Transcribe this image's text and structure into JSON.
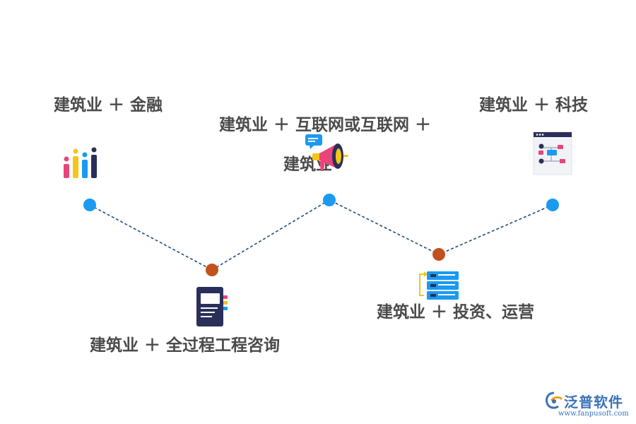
{
  "labels": {
    "item1": "建筑业 ＋ 金融",
    "item2_line1": "建筑业 ＋ 互联网或互联网 ＋",
    "item2_line2": "建筑业",
    "item3": "建筑业 ＋ 科技",
    "item4": "建筑业 ＋ 全过程工程咨询",
    "item5": "建筑业 ＋ 投资、运营"
  },
  "icons": {
    "item1": "bar-chart-icon",
    "item2": "megaphone-icon",
    "item3": "flowchart-board-icon",
    "item4": "notebook-icon",
    "item5": "server-rack-icon"
  },
  "colors": {
    "node_top": "#1a9af0",
    "node_bottom": "#c0521e",
    "line": "#1f4e79",
    "text": "#4a4a4a",
    "brand": "#3a72b8"
  },
  "watermark": {
    "name": "泛普软件",
    "url": "www.fanpusoft.com"
  }
}
